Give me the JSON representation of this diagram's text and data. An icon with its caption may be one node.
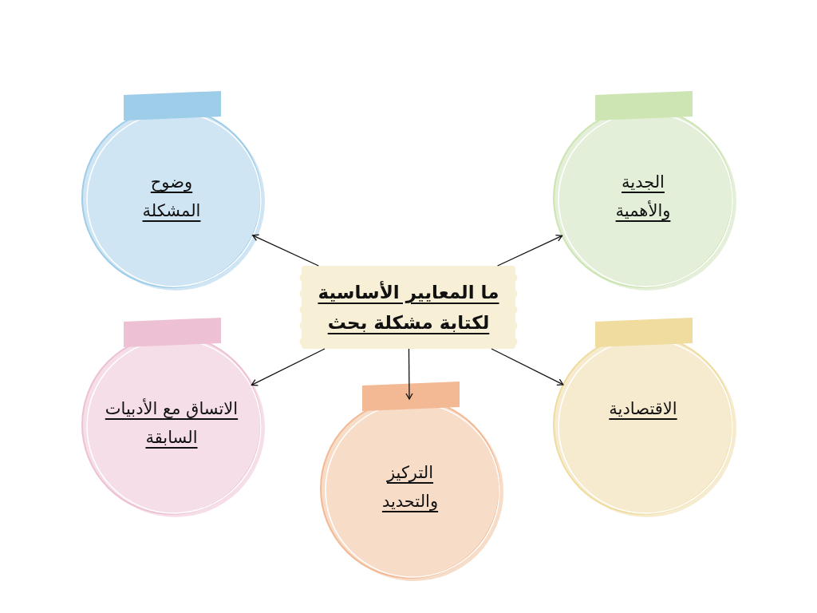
{
  "diagram": {
    "nodes": [
      {
        "text": [
          "ما المعايير الأساسية لكتابة مشكلة بحث"
        ]
      },
      {
        "text": [
          "وضوح المشكلة"
        ]
      },
      {
        "text": [
          "الجدية والأهمية"
        ]
      },
      {
        "text": [
          "الاتساق مع الأدبيات السابقة"
        ]
      },
      {
        "text": [
          "التركيز والتحديد"
        ]
      },
      {
        "text": [
          "الاقتصادية"
        ]
      }
    ],
    "edges": [
      {
        "from": 0,
        "to": 1,
        "arrow": "to"
      },
      {
        "from": 0,
        "to": 2,
        "arrow": "to"
      },
      {
        "from": 0,
        "to": 3,
        "arrow": "to"
      },
      {
        "from": 0,
        "to": 4,
        "arrow": "to"
      },
      {
        "from": 0,
        "to": 5,
        "arrow": "to"
      }
    ]
  }
}
